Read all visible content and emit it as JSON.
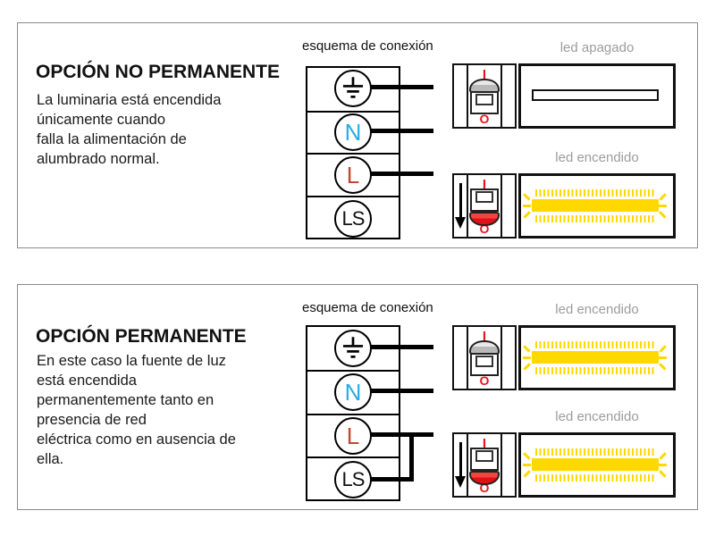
{
  "colors": {
    "neutral_blue": "#29abe2",
    "line_red": "#c14832",
    "switch_marking_red": "#e8141c",
    "led_on_yellow": "#ffd800",
    "label_gray": "#9c9c9c"
  },
  "switch_markings": {
    "on": "I",
    "off": "O"
  },
  "panels": [
    {
      "title": "OPCIÓN NO PERMANENTE",
      "description": "La luminaria está encendida\núnicamente cuando\nfalla la alimentación de\nalumbrado normal.",
      "schema_label": "esquema de conexión",
      "terminals": [
        {
          "id": "earth",
          "label": "",
          "icon": "earth-ground"
        },
        {
          "id": "neutral",
          "label": "N"
        },
        {
          "id": "line",
          "label": "L"
        },
        {
          "id": "switched-line",
          "label": "LS"
        }
      ],
      "illustrations": [
        {
          "label": "led apagado",
          "switch_position": "up",
          "led_state": "off",
          "arrow_down": false
        },
        {
          "label": "led encendido",
          "switch_position": "down",
          "led_state": "on",
          "arrow_down": true
        }
      ]
    },
    {
      "title": "OPCIÓN PERMANENTE",
      "description": "En este caso la fuente de luz\nestá encendida\npermanentemente tanto en\npresencia de red\neléctrica como en ausencia de\nella.",
      "schema_label": "esquema de conexión",
      "terminals": [
        {
          "id": "earth",
          "label": "",
          "icon": "earth-ground"
        },
        {
          "id": "neutral",
          "label": "N"
        },
        {
          "id": "line",
          "label": "L"
        },
        {
          "id": "switched-line",
          "label": "LS"
        }
      ],
      "wiring_note": "L bridged to LS",
      "illustrations": [
        {
          "label": "led encendido",
          "switch_position": "up",
          "led_state": "on",
          "arrow_down": false
        },
        {
          "label": "led encendido",
          "switch_position": "down",
          "led_state": "on",
          "arrow_down": true
        }
      ]
    }
  ]
}
